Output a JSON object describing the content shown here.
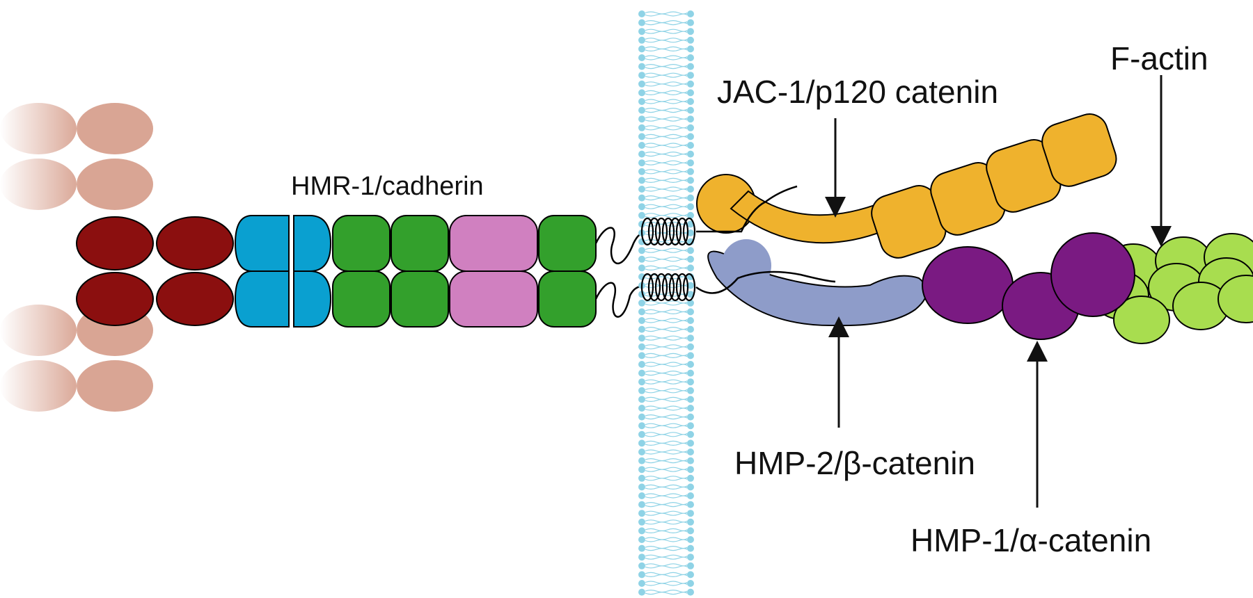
{
  "labels": {
    "cadherin": "HMR-1/cadherin",
    "p120": "JAC-1/p120 catenin",
    "factin": "F-actin",
    "beta": "HMP-2/β-catenin",
    "alpha": "HMP-1/α-catenin"
  },
  "colors": {
    "ghost_domain": "#d9a594",
    "ec_dark_red": "#8b0f0f",
    "ec_blue": "#0aa0d0",
    "ec_green": "#33a02c",
    "ec_pink": "#d080c0",
    "membrane": "#8fd3e6",
    "p120": "#efb22d",
    "beta_catenin": "#8e9cc9",
    "alpha_catenin": "#7a1a82",
    "f_actin": "#a8dd4f",
    "outline": "#000000"
  }
}
